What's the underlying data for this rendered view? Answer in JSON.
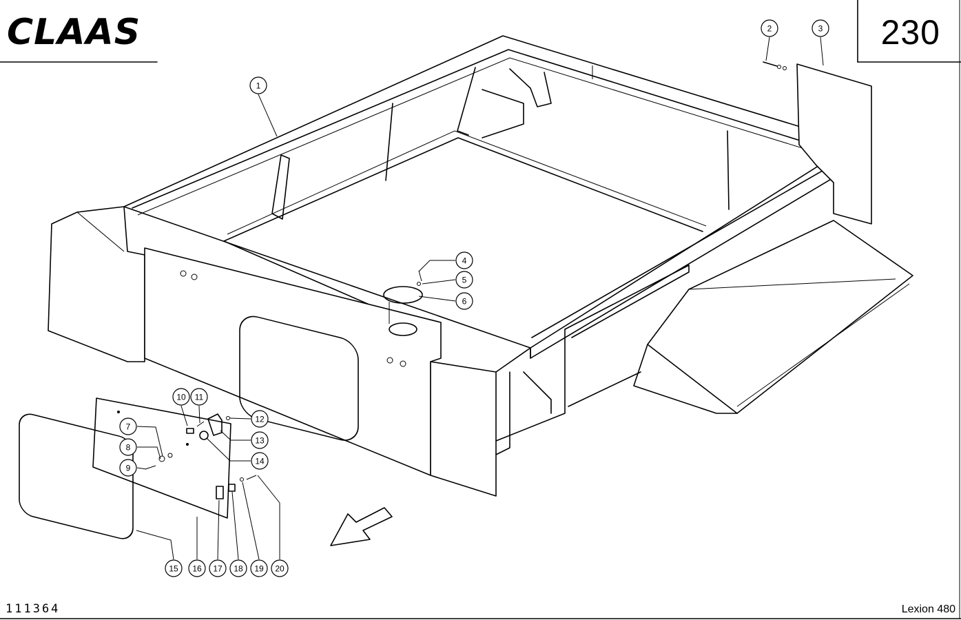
{
  "header": {
    "brand": "CLAAS",
    "page_number": "230"
  },
  "footer": {
    "drawing_number": "111364",
    "model": "Lexion 480"
  },
  "callouts": [
    "1",
    "2",
    "3",
    "4",
    "5",
    "6",
    "7",
    "8",
    "9",
    "10",
    "11",
    "12",
    "13",
    "14",
    "15",
    "16",
    "17",
    "18",
    "19",
    "20"
  ],
  "colors": {
    "ink": "#000000",
    "paper": "#ffffff"
  }
}
